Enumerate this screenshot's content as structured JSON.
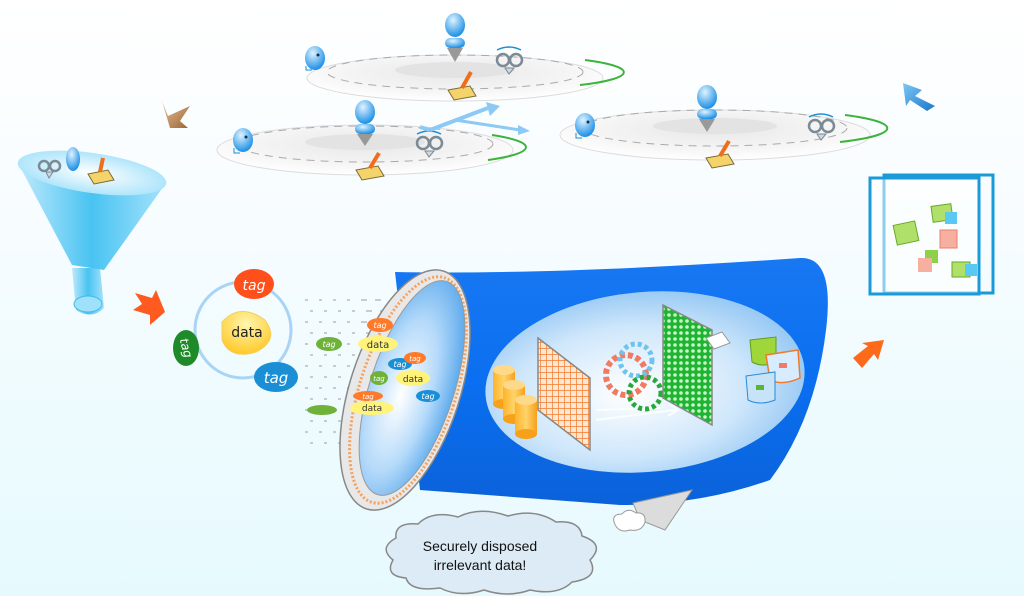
{
  "diagram": {
    "title": "Data funnel and secure disposal pipeline",
    "colors": {
      "tube_blue": "#0a6ff0",
      "tube_inner": "#bfe0fb",
      "funnel": "#7fd3f7",
      "tag_orange": "#ff5a1f",
      "tag_green": "#2e8b2e",
      "tag_blue": "#1a8fd6",
      "data_yellow": "#ffd93b",
      "arrow_brown": "#a9703f",
      "arrow_blue": "#2a8ad6",
      "arrow_orange": "#ff6a1a",
      "frame_blue": "#1b9ad8"
    },
    "cycle": {
      "center_label": "data",
      "tags": [
        "tag",
        "tag",
        "tag"
      ]
    },
    "stream": {
      "labels": [
        "tag",
        "data",
        "tag",
        "tag",
        "data",
        "tag",
        "tag",
        "tag",
        "data",
        "tag"
      ]
    },
    "platforms": [
      {
        "name": "collection-platform-top"
      },
      {
        "name": "collection-platform-left"
      },
      {
        "name": "collection-platform-right"
      }
    ],
    "pipeline_stages": [
      "databases",
      "orange-filter",
      "gears",
      "green-filter",
      "output-containers"
    ],
    "cloud": {
      "line1": "Securely disposed",
      "line2": "irrelevant data!"
    }
  }
}
